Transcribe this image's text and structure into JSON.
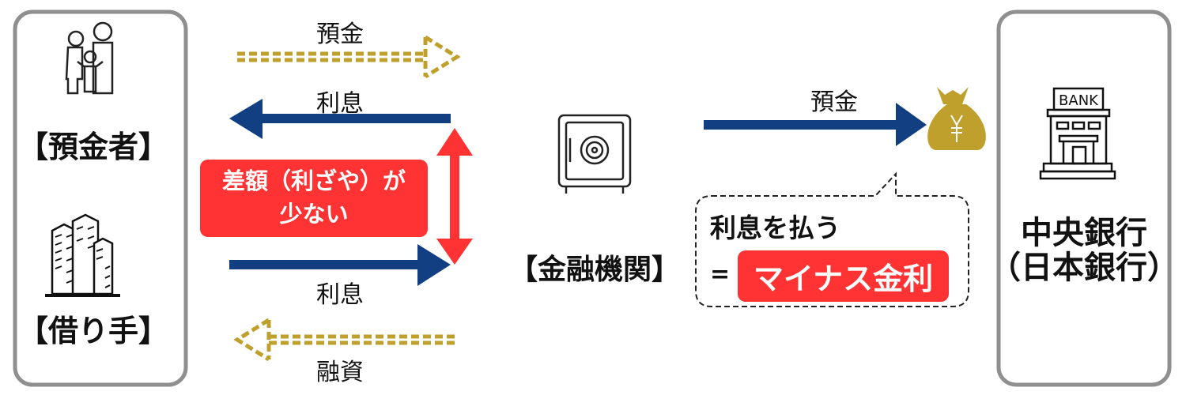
{
  "left_panel": {
    "depositor_label": "【預金者】",
    "borrower_label": "【借り手】"
  },
  "flows_left": {
    "deposit_label": "預金",
    "interest_top_label": "利息",
    "interest_bottom_label": "利息",
    "loan_label": "融資",
    "spread_note_line1": "差額（利ざや）が",
    "spread_note_line2": "少ない"
  },
  "institution": {
    "label": "【金融機関】"
  },
  "flows_right": {
    "deposit_label": "預金",
    "bubble_text": "利息を払う",
    "equals": "=",
    "highlight": "マイナス金利"
  },
  "right_panel": {
    "line1": "中央銀行",
    "line2": "（日本銀行）"
  },
  "icons": [
    "family-icon",
    "buildings-icon",
    "safe-icon",
    "yen-money-bag-icon",
    "bank-icon"
  ],
  "colors": {
    "blue_arrow": "#123f82",
    "gold": "#c0a02c",
    "red": "#ff3333",
    "panel_border": "#8f8f8f"
  }
}
